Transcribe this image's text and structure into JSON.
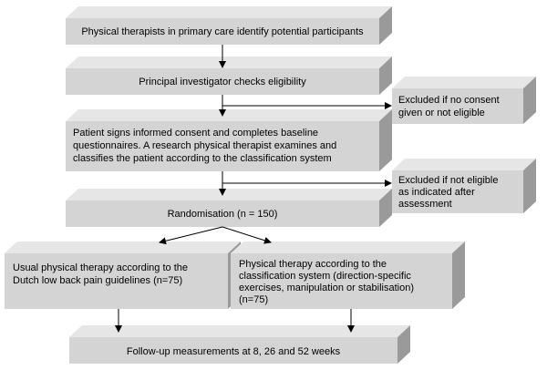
{
  "diagram": {
    "nodes": [
      {
        "id": "identify",
        "lines": [
          "Physical therapists in primary care identify potential participants"
        ]
      },
      {
        "id": "eligibility",
        "lines": [
          "Principal investigator checks eligibility"
        ]
      },
      {
        "id": "excluded1",
        "lines": [
          "Excluded if no consent",
          "given or not eligible"
        ]
      },
      {
        "id": "consent",
        "lines": [
          "Patient signs informed consent and completes baseline",
          "questionnaires. A research physical therapist examines and",
          "classifies the patient according to the classification system"
        ]
      },
      {
        "id": "excluded2",
        "lines": [
          "Excluded if not eligible",
          "as indicated after",
          "assessment"
        ]
      },
      {
        "id": "randomisation",
        "lines": [
          "Randomisation (n = 150)"
        ]
      },
      {
        "id": "usual",
        "lines": [
          "Usual physical therapy according to the",
          "Dutch low back pain guidelines (n=75)"
        ]
      },
      {
        "id": "classification",
        "lines": [
          "Physical therapy according to the",
          "classification system (direction-specific",
          "exercises, manipulation or stabilisation)",
          "(n=75)"
        ]
      },
      {
        "id": "followup",
        "lines": [
          "Follow-up measurements at 8, 26 and 52 weeks"
        ]
      }
    ],
    "colors": {
      "front": "#d4d4d4",
      "top": "#e6e6e6",
      "side": "#9a9a9a",
      "arrow": "#000000"
    }
  }
}
